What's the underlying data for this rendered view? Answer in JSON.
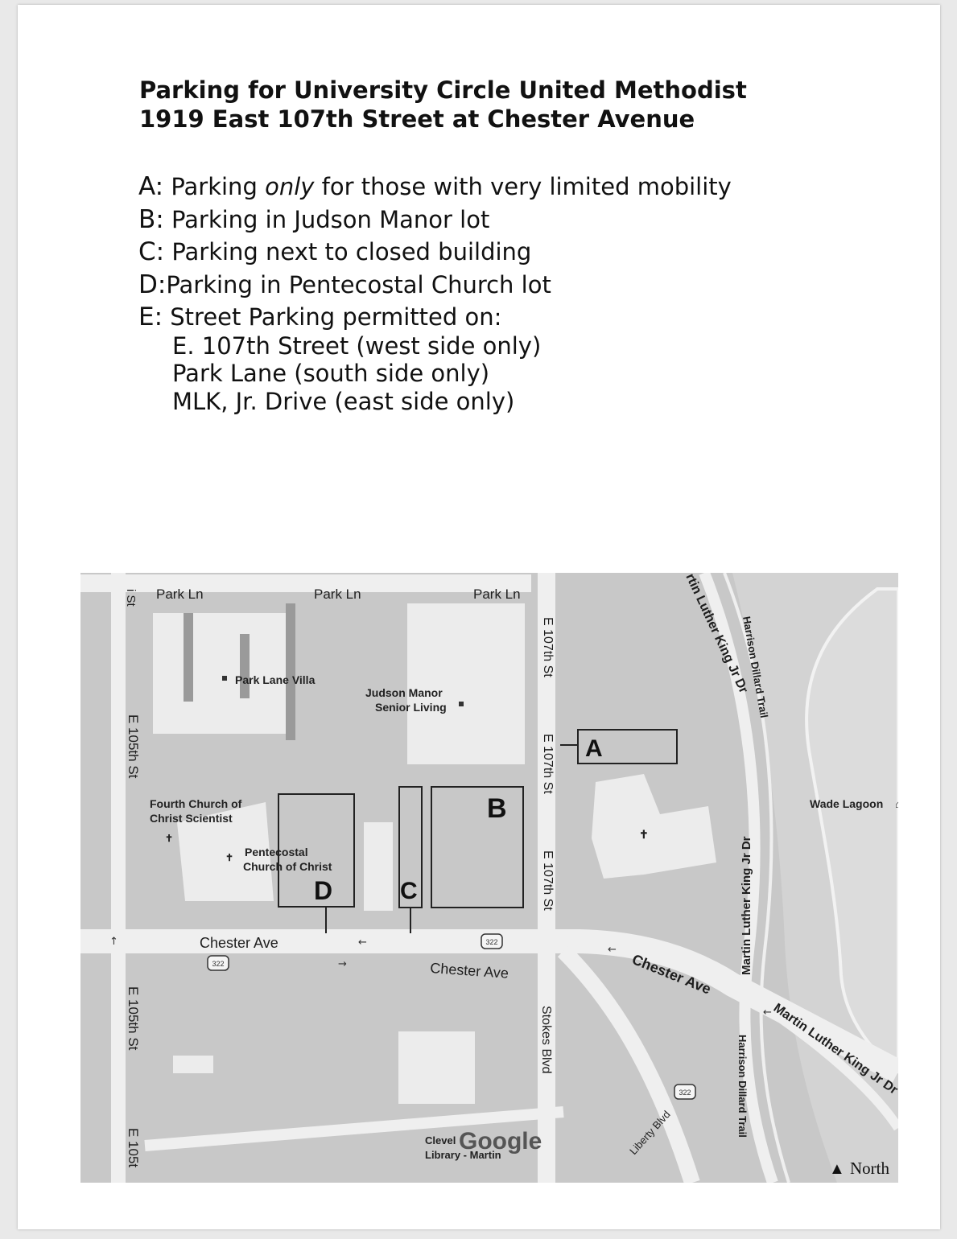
{
  "title": {
    "line1": "Parking for University Circle United Methodist",
    "line2": "1919 East 107th Street at Chester Avenue"
  },
  "legend": [
    {
      "key": "A:",
      "pre": "Parking ",
      "em": "only",
      "post": " for those with very limited mobility"
    },
    {
      "key": "B:",
      "pre": "Parking in Judson Manor lot",
      "em": "",
      "post": ""
    },
    {
      "key": "C:",
      "pre": "Parking next to closed building",
      "em": "",
      "post": ""
    },
    {
      "key": "D:",
      "pre": "Parking in Pentecostal Church lot",
      "em": "",
      "post": ""
    },
    {
      "key": "E:",
      "pre": "Street Parking permitted on:",
      "em": "",
      "post": ""
    }
  ],
  "street_parking": [
    "E. 107th Street (west side only)",
    "Park Lane (south side only)",
    "MLK, Jr. Drive (east side only)"
  ],
  "map": {
    "streets": {
      "park_ln_1": "Park Ln",
      "park_ln_2": "Park Ln",
      "park_ln_3": "Park Ln",
      "e105_top_edge": "i St",
      "e105_1": "E 105th St",
      "e105_2": "E 105th St",
      "e105_3": "E 105t",
      "e107_1": "E 107th St",
      "e107_2": "E 107th St",
      "e107_3": "E 107th St",
      "chester_1": "Chester Ave",
      "chester_2": "Chester Ave",
      "chester_3": "Chester Ave",
      "mlk_top": "rtin Luther King Jr Dr",
      "mlk_vertical": "Martin Luther King Jr Dr",
      "mlk_diag": "Martin Luther King Jr Dr",
      "harrison_1": "Harrison Dillard Trail",
      "harrison_2": "Harrison Dillard Trail",
      "stokes": "Stokes Blvd",
      "liberty": "Liberty Blvd"
    },
    "route_shield": "322",
    "pois": {
      "park_lane_villa": "Park Lane Villa",
      "judson_1": "Judson Manor",
      "judson_2": "Senior Living",
      "fourth_1": "Fourth Church of",
      "fourth_2": "Christ Scientist",
      "pent_1": "Pentecostal",
      "pent_2": "Church of Christ",
      "wade": "Wade Lagoon",
      "library_1": "Clevel",
      "library_2": "Library - Martin",
      "google": "Google"
    },
    "lots": {
      "a": "A",
      "b": "B",
      "c": "C",
      "d": "D"
    },
    "north": "North",
    "colors": {
      "block": "#c9c9c9",
      "road": "#ececec",
      "building": "#ededed",
      "park": "#d6d6d6"
    }
  }
}
